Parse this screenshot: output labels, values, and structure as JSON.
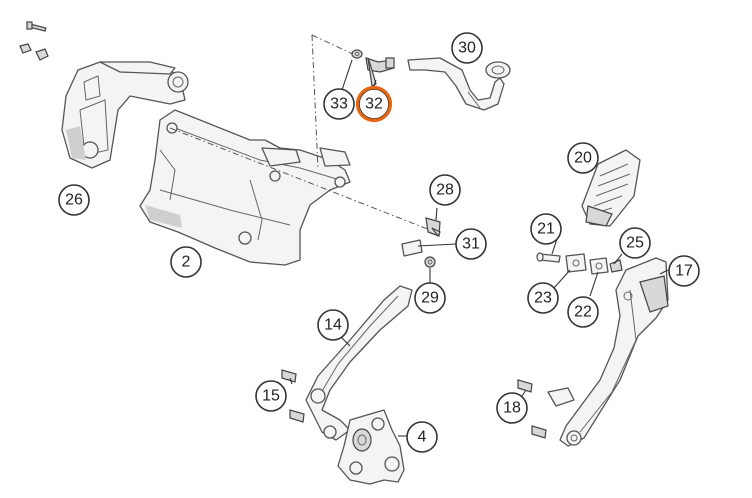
{
  "diagram": {
    "highlight_color": "#e8650f",
    "highlighted_part": "32",
    "callouts": [
      {
        "id": "c26",
        "label": "26"
      },
      {
        "id": "c2",
        "label": "2"
      },
      {
        "id": "c30",
        "label": "30"
      },
      {
        "id": "c33",
        "label": "33"
      },
      {
        "id": "c32",
        "label": "32"
      },
      {
        "id": "c28",
        "label": "28"
      },
      {
        "id": "c31",
        "label": "31"
      },
      {
        "id": "c29",
        "label": "29"
      },
      {
        "id": "c20",
        "label": "20"
      },
      {
        "id": "c21",
        "label": "21"
      },
      {
        "id": "c25",
        "label": "25"
      },
      {
        "id": "c17",
        "label": "17"
      },
      {
        "id": "c23",
        "label": "23"
      },
      {
        "id": "c22",
        "label": "22"
      },
      {
        "id": "c14",
        "label": "14"
      },
      {
        "id": "c15",
        "label": "15"
      },
      {
        "id": "c18",
        "label": "18"
      },
      {
        "id": "c4",
        "label": "4"
      }
    ]
  }
}
